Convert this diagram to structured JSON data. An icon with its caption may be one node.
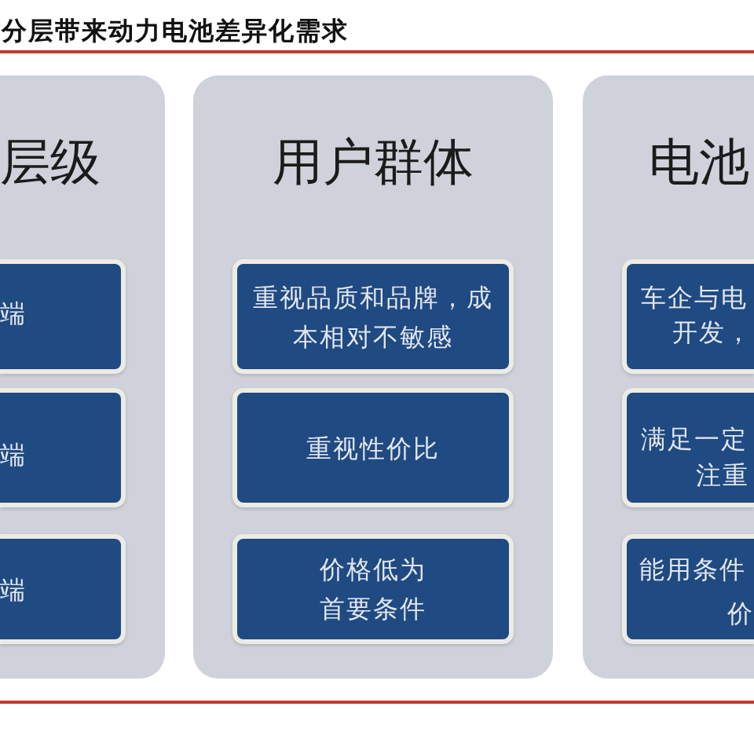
{
  "diagram": {
    "title": "分层带来动力电池差异化需求",
    "nodes": [
      {
        "text": [
          "层级"
        ]
      },
      {
        "text": [
          "端"
        ],
        "in": 0
      },
      {
        "text": [
          "端"
        ],
        "in": 0
      },
      {
        "text": [
          "端"
        ],
        "in": 0
      },
      {
        "text": [
          "用户群体"
        ]
      },
      {
        "text": [
          "重视品质和品牌，成本相对不敏感"
        ],
        "in": 4
      },
      {
        "text": [
          "重视性价比"
        ],
        "in": 4
      },
      {
        "text": [
          "价格低为首要条件"
        ],
        "in": 4
      },
      {
        "text": [
          "电池"
        ]
      },
      {
        "text": [
          "车企与电",
          "开发，"
        ],
        "in": 8
      },
      {
        "text": [
          "满足一定",
          "注重"
        ],
        "in": 8
      },
      {
        "text": [
          "能用条件",
          "价"
        ],
        "in": 8
      }
    ]
  }
}
